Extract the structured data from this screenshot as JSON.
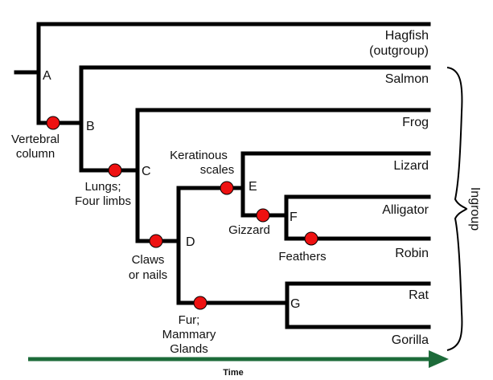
{
  "colors": {
    "branch": "#000000",
    "trait_marker": "#ee1111",
    "time_arrow": "#1d6b3a"
  },
  "taxa": {
    "hagfish": [
      "Hagfish",
      "(outgroup)"
    ],
    "salmon": "Salmon",
    "frog": "Frog",
    "lizard": "Lizard",
    "alligator": "Alligator",
    "robin": "Robin",
    "rat": "Rat",
    "gorilla": "Gorilla"
  },
  "nodes": {
    "a": "A",
    "b": "B",
    "c": "C",
    "d": "D",
    "e": "E",
    "f": "F",
    "g": "G"
  },
  "traits": {
    "vertebral_column": [
      "Vertebral",
      "column"
    ],
    "lungs_four_limbs": [
      "Lungs;",
      "Four limbs"
    ],
    "claws_or_nails": [
      "Claws",
      "or nails"
    ],
    "keratinous_scales": [
      "Keratinous",
      "scales"
    ],
    "gizzard": "Gizzard",
    "feathers": "Feathers",
    "fur_mammary_glands": [
      "Fur;",
      "Mammary",
      "Glands"
    ]
  },
  "ingroup_label": "Ingroup",
  "time_label": "Time"
}
